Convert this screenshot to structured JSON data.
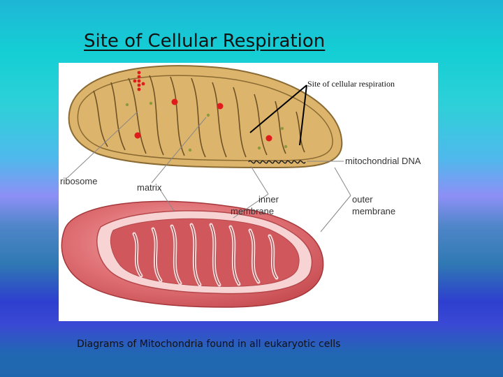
{
  "slide": {
    "title": "Site of Cellular Respiration",
    "caption": "Diagrams of Mitochondria found in all eukaryotic cells"
  },
  "figure": {
    "callout": "Site of cellular respiration",
    "labels": {
      "mitochondrial_dna": "mitochondrial DNA",
      "ribosome": "ribosome",
      "matrix": "matrix",
      "inner_membrane_1": "inner",
      "inner_membrane_2": "membrane",
      "outer_membrane_1": "outer",
      "outer_membrane_2": "membrane"
    }
  },
  "colors": {
    "top_fill": "#dcb46c",
    "top_edge": "#c79a4f",
    "red_outer": "#d9666a",
    "red_inner": "#e8a0a3",
    "ribosome_red": "#e01b1b"
  }
}
